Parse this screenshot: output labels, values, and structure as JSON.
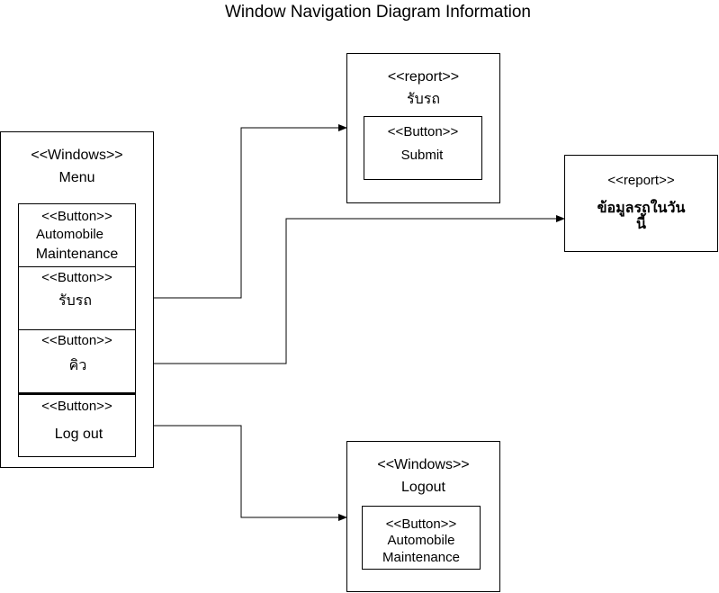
{
  "title": "Window Navigation Diagram Information",
  "menu": {
    "stereotype": "<<Windows>>",
    "name": "Menu",
    "buttons": [
      {
        "stereotype": "<<Button>>",
        "line1": "Automobile",
        "line2": "Maintenance"
      },
      {
        "stereotype": "<<Button>>",
        "label": "รับรถ"
      },
      {
        "stereotype": "<<Button>>",
        "label": "คิว"
      },
      {
        "stereotype": "<<Button>>",
        "label": "Log out"
      }
    ]
  },
  "report_receive": {
    "stereotype": "<<report>>",
    "name": "รับรถ",
    "button": {
      "stereotype": "<<Button>>",
      "label": "Submit"
    }
  },
  "report_today": {
    "stereotype": "<<report>>",
    "line1": "ข้อมูลรถในวัน",
    "line2": "นี้"
  },
  "logout_window": {
    "stereotype": "<<Windows>>",
    "name": "Logout",
    "button": {
      "stereotype": "<<Button>>",
      "line1": "Automobile",
      "line2": "Maintenance"
    }
  }
}
